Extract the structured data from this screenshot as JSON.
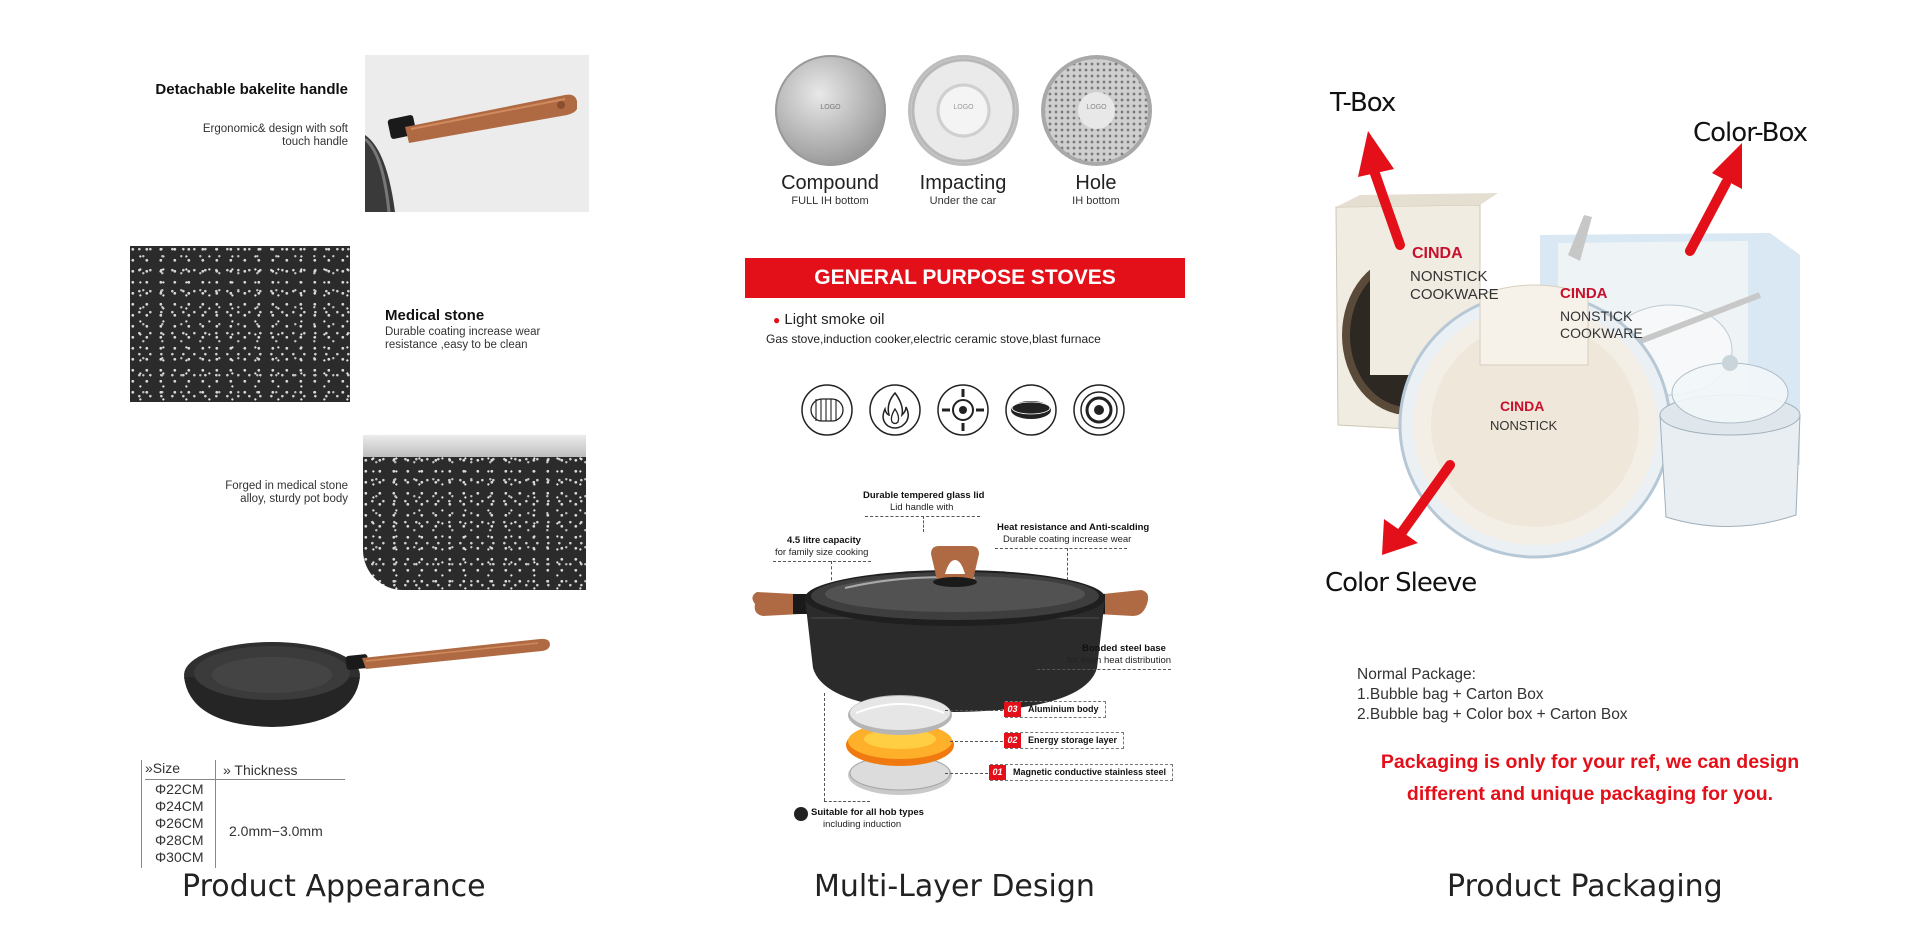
{
  "appearance": {
    "features": [
      {
        "title": "Detachable bakelite handle",
        "desc": "Ergonomic& design with soft touch handle"
      },
      {
        "title": "Medical stone",
        "desc": "Durable coating increase wear resistance ,easy to be clean"
      },
      {
        "title": "",
        "desc": "Forged in medical stone alloy, sturdy pot body"
      }
    ],
    "size_table": {
      "size_header": "»Size",
      "thickness_header": "» Thickness",
      "sizes": [
        "Φ22CM",
        "Φ24CM",
        "Φ26CM",
        "Φ28CM",
        "Φ30CM"
      ],
      "thickness": "2.0mm−3.0mm"
    },
    "label": "Product Appearance"
  },
  "multilayer": {
    "discs": [
      {
        "name": "Compound",
        "sub": "FULL IH bottom",
        "logo": "LOGO"
      },
      {
        "name": "Impacting",
        "sub": "Under the car",
        "logo": "LOGO"
      },
      {
        "name": "Hole",
        "sub": "IH bottom",
        "logo": "LOGO"
      }
    ],
    "banner": "GENERAL PURPOSE STOVES",
    "bullet": "Light smoke oil",
    "stoves_text": "Gas stove,induction cooker,electric ceramic stove,blast furnace",
    "stove_icons": [
      "induction-coil-icon",
      "flame-icon",
      "gas-burner-icon",
      "ceramic-plate-icon",
      "hob-ring-icon"
    ],
    "callouts": {
      "lid_title": "Durable tempered glass lid",
      "lid_desc": "Lid handle with",
      "heat_title": "Heat resistance and Anti-scalding",
      "heat_desc": "Durable coating increase wear",
      "capacity_title": "4.5 litre capacity",
      "capacity_desc": "for family size cooking",
      "base_title": "Bonded steel base",
      "base_desc": "for even heat distribution",
      "hob_title": "Suitable for all hob types",
      "hob_desc": "including induction"
    },
    "layers": [
      {
        "num": "03",
        "label": "Aluminium body"
      },
      {
        "num": "02",
        "label": "Energy storage layer"
      },
      {
        "num": "01",
        "label": "Magnetic conductive stainless steel"
      }
    ],
    "label": "Multi-Layer Design"
  },
  "packaging": {
    "tbox": "T-Box",
    "colorbox": "Color-Box",
    "colorsleeve": "Color Sleeve",
    "box_brand": "CINDA",
    "box_lines": [
      "NONSTICK",
      "COOKWARE"
    ],
    "normal_title": "Normal Package:",
    "normal_lines": [
      "1.Bubble bag + Carton Box",
      "2.Bubble bag + Color box + Carton Box"
    ],
    "note_lines": [
      "Packaging is only for your ref, we can design",
      "different and unique packaging for you."
    ],
    "label": "Product Packaging",
    "accent": "#e3101a"
  }
}
